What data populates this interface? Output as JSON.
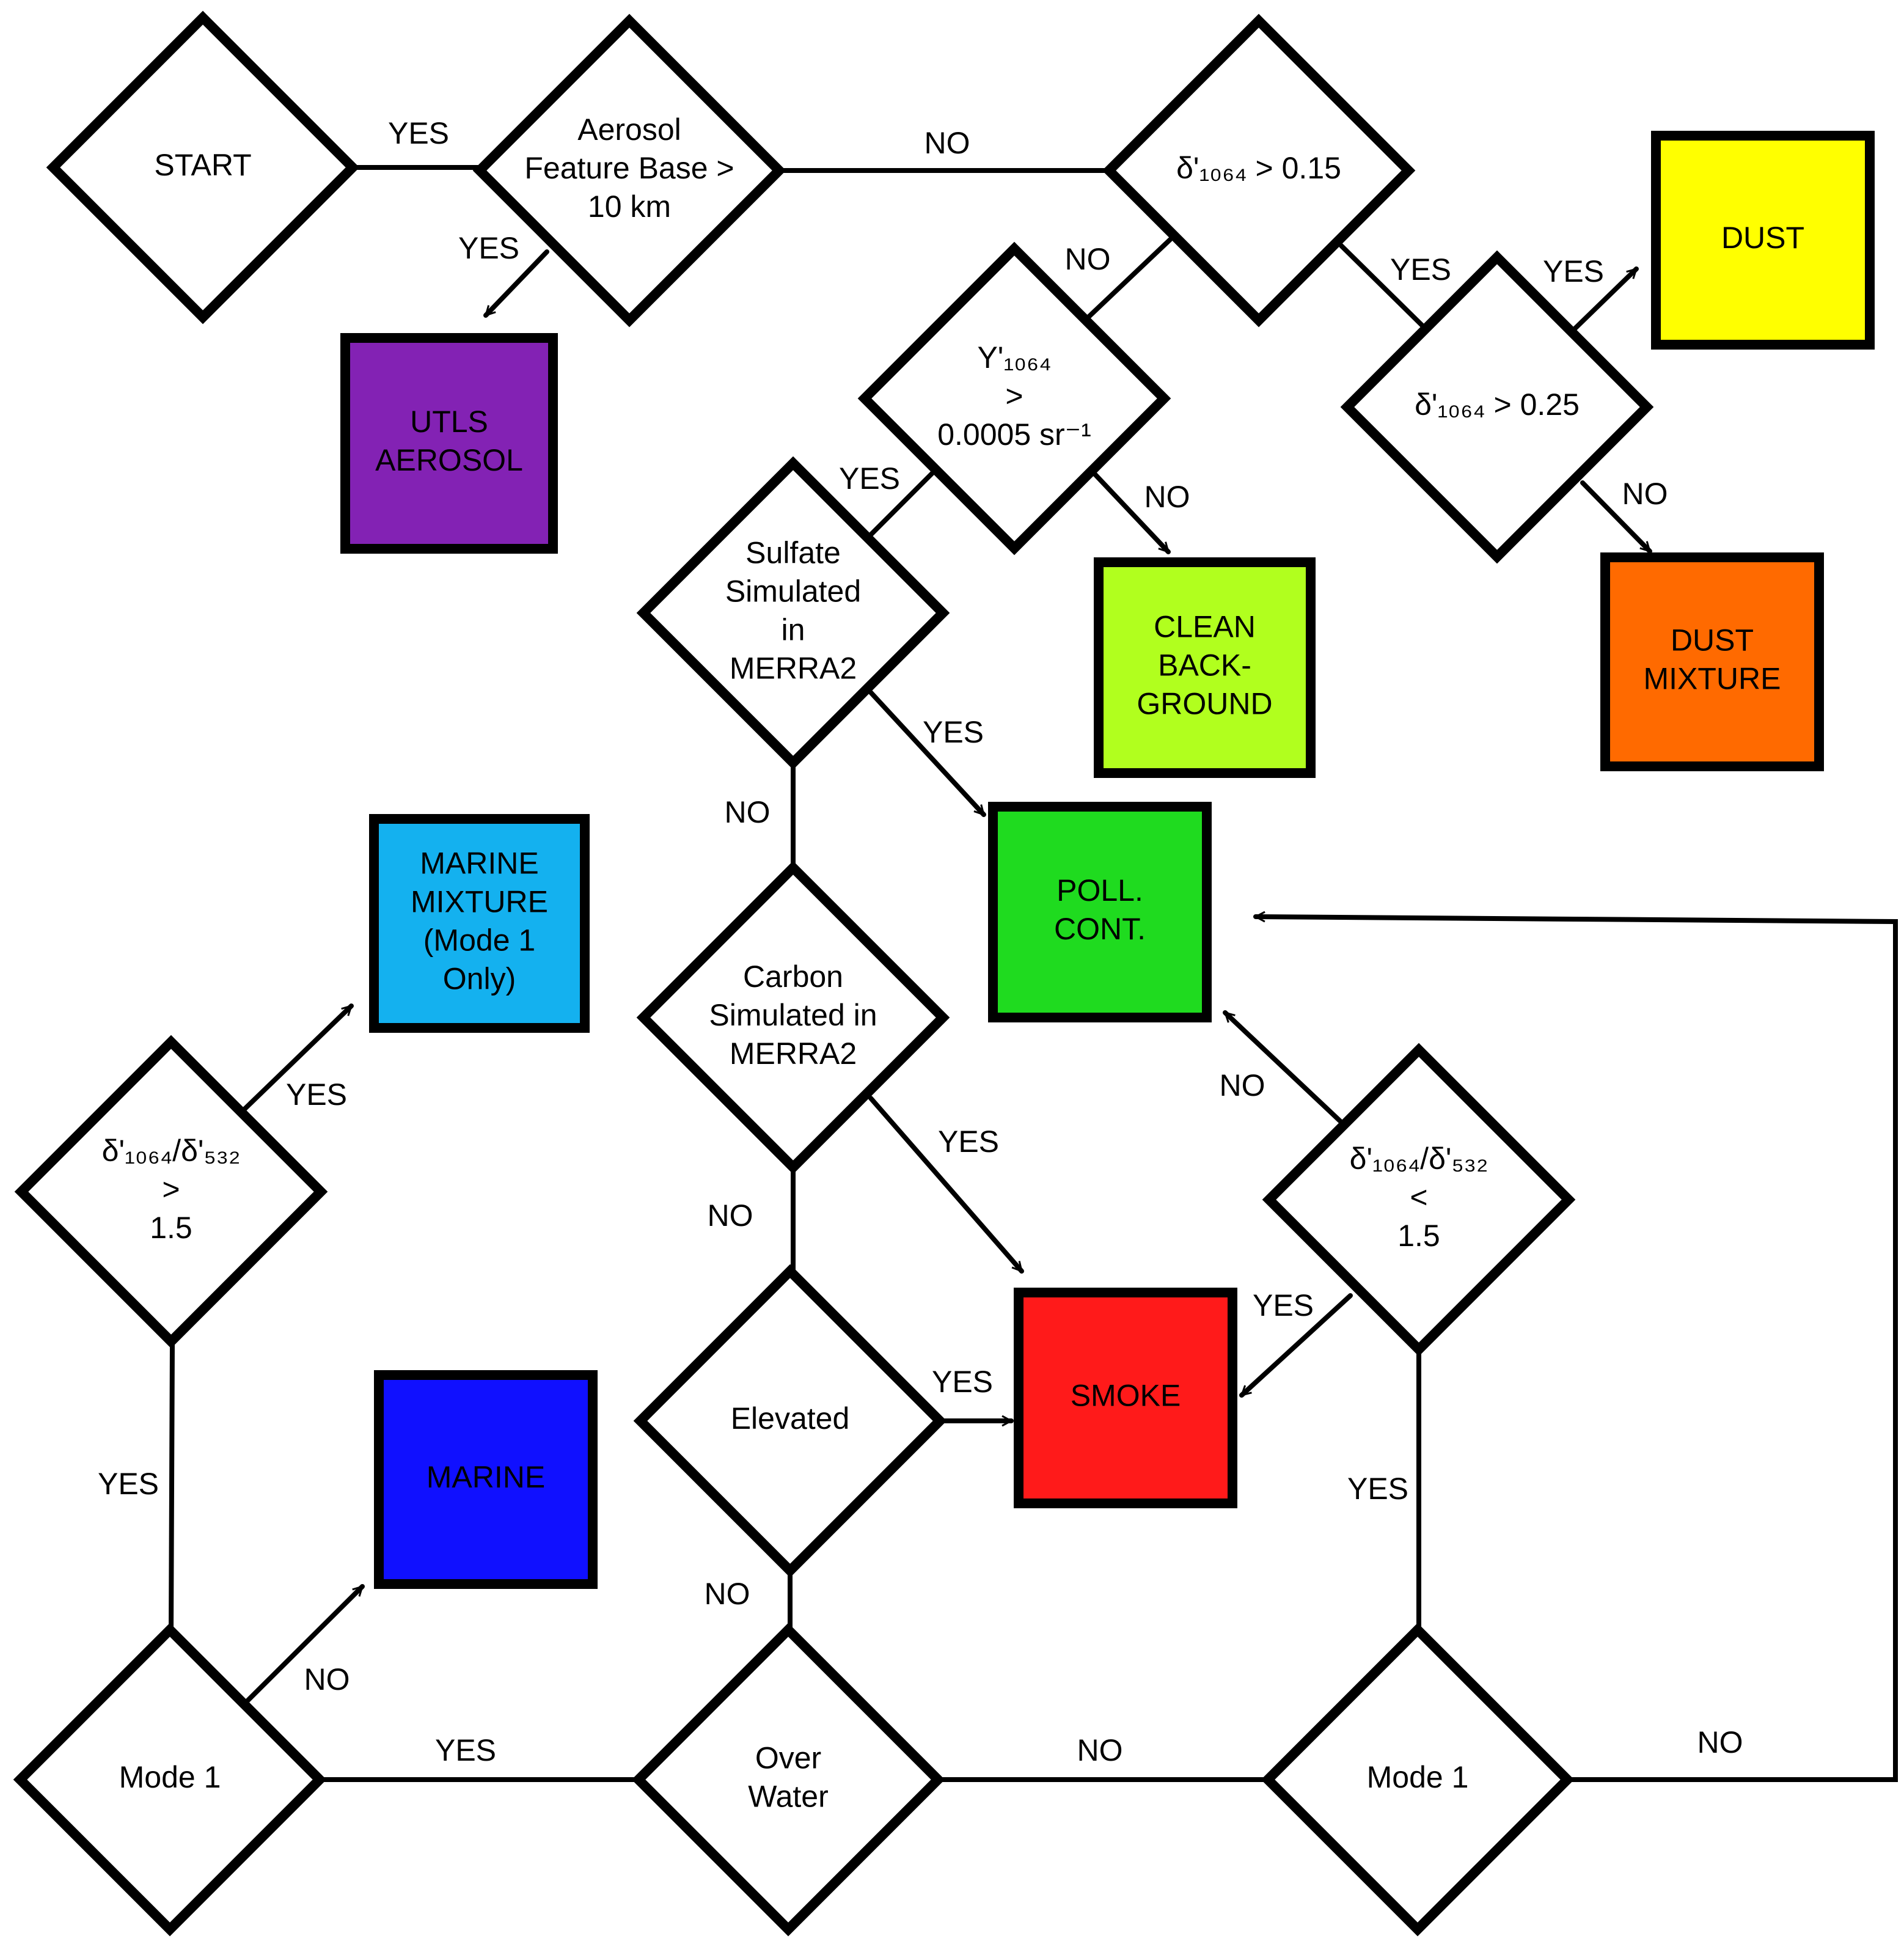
{
  "nodes": {
    "start": {
      "lines": [
        "START"
      ],
      "shape": "diamond"
    },
    "aerosol_base": {
      "lines": [
        "Aerosol",
        "Feature Base >",
        "10 km"
      ],
      "shape": "diamond"
    },
    "depol_015": {
      "lines": [
        "δ'₁₀₆₄ > 0.15"
      ],
      "shape": "diamond"
    },
    "depol_025": {
      "lines": [
        "δ'₁₀₆₄ > 0.25"
      ],
      "shape": "diamond"
    },
    "gamma": {
      "lines": [
        "Y'₁₀₆₄",
        ">",
        "0.0005 sr⁻¹"
      ],
      "shape": "diamond"
    },
    "sulfate": {
      "lines": [
        "Sulfate",
        "Simulated",
        "in",
        "MERRA2"
      ],
      "shape": "diamond"
    },
    "carbon": {
      "lines": [
        "Carbon",
        "Simulated in",
        "MERRA2"
      ],
      "shape": "diamond"
    },
    "elevated": {
      "lines": [
        "Elevated"
      ],
      "shape": "diamond"
    },
    "over_water": {
      "lines": [
        "Over",
        "Water"
      ],
      "shape": "diamond"
    },
    "mode1_left": {
      "lines": [
        "Mode 1"
      ],
      "shape": "diamond"
    },
    "mode1_right": {
      "lines": [
        "Mode 1"
      ],
      "shape": "diamond"
    },
    "ratio_gt": {
      "lines": [
        "δ'₁₀₆₄/δ'₅₃₂",
        ">",
        "1.5"
      ],
      "shape": "diamond"
    },
    "ratio_lt": {
      "lines": [
        "δ'₁₀₆₄/δ'₅₃₂",
        "<",
        "1.5"
      ],
      "shape": "diamond"
    },
    "utls": {
      "lines": [
        "UTLS",
        "AEROSOL"
      ],
      "shape": "box",
      "color": "#8322b4"
    },
    "dust": {
      "lines": [
        "DUST"
      ],
      "shape": "box",
      "color": "#ffff00"
    },
    "dust_mixture": {
      "lines": [
        "DUST",
        "MIXTURE"
      ],
      "shape": "box",
      "color": "#ff6a00"
    },
    "clean": {
      "lines": [
        "CLEAN",
        "BACK-",
        "GROUND"
      ],
      "shape": "box",
      "color": "#b1ff1e"
    },
    "poll": {
      "lines": [
        "POLL.",
        "CONT."
      ],
      "shape": "box",
      "color": "#1fdb1f"
    },
    "smoke": {
      "lines": [
        "SMOKE"
      ],
      "shape": "box",
      "color": "#ff1a1a"
    },
    "marine_mixture": {
      "lines": [
        "MARINE",
        "MIXTURE",
        "(Mode 1",
        "Only)"
      ],
      "shape": "box",
      "color": "#14b1ef"
    },
    "marine": {
      "lines": [
        "MARINE"
      ],
      "shape": "box",
      "color": "#1010ff"
    }
  },
  "edges": [
    {
      "id": "start_to_base",
      "label": "YES"
    },
    {
      "id": "base_to_utls",
      "label": "YES"
    },
    {
      "id": "base_to_depol015",
      "label": "NO"
    },
    {
      "id": "depol015_to_gamma",
      "label": "NO"
    },
    {
      "id": "depol015_to_depol025",
      "label": "YES"
    },
    {
      "id": "depol025_to_dust",
      "label": "YES"
    },
    {
      "id": "depol025_to_dustmix",
      "label": "NO"
    },
    {
      "id": "gamma_to_sulfate",
      "label": "YES"
    },
    {
      "id": "gamma_to_clean",
      "label": "NO"
    },
    {
      "id": "sulfate_to_poll",
      "label": "YES"
    },
    {
      "id": "sulfate_to_carbon",
      "label": "NO"
    },
    {
      "id": "carbon_to_smoke",
      "label": "YES"
    },
    {
      "id": "carbon_to_elevated",
      "label": "NO"
    },
    {
      "id": "elevated_to_smoke",
      "label": "YES"
    },
    {
      "id": "elevated_to_water",
      "label": "NO"
    },
    {
      "id": "water_to_mode1left",
      "label": "YES"
    },
    {
      "id": "water_to_mode1right",
      "label": "NO"
    },
    {
      "id": "mode1left_to_ratiogt",
      "label": "YES"
    },
    {
      "id": "mode1left_to_marine",
      "label": "NO"
    },
    {
      "id": "ratiogt_to_marinemix",
      "label": "YES"
    },
    {
      "id": "mode1right_to_ratiolt",
      "label": "YES"
    },
    {
      "id": "mode1right_to_poll",
      "label": "NO"
    },
    {
      "id": "ratiolt_to_smoke",
      "label": "YES"
    },
    {
      "id": "ratiolt_to_poll",
      "label": "NO"
    }
  ]
}
